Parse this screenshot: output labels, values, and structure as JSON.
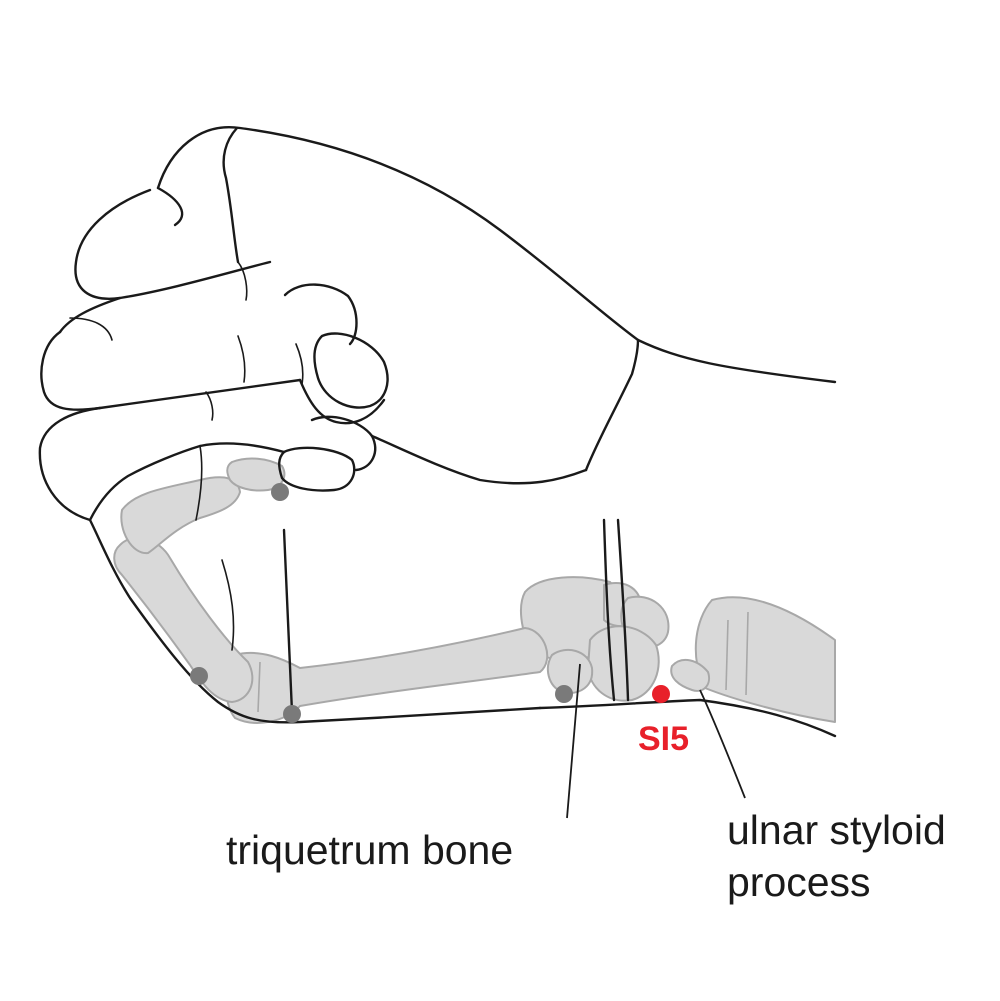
{
  "labels": {
    "triquetrum": "triquetrum bone",
    "ulnar_line1": "ulnar styloid",
    "ulnar_line2": "process",
    "point": "SI5"
  },
  "colors": {
    "point": "#e8202a",
    "landmark": "#7a7a7a",
    "bone_fill": "#d9d9d9",
    "outline": "#1a1a1a"
  }
}
